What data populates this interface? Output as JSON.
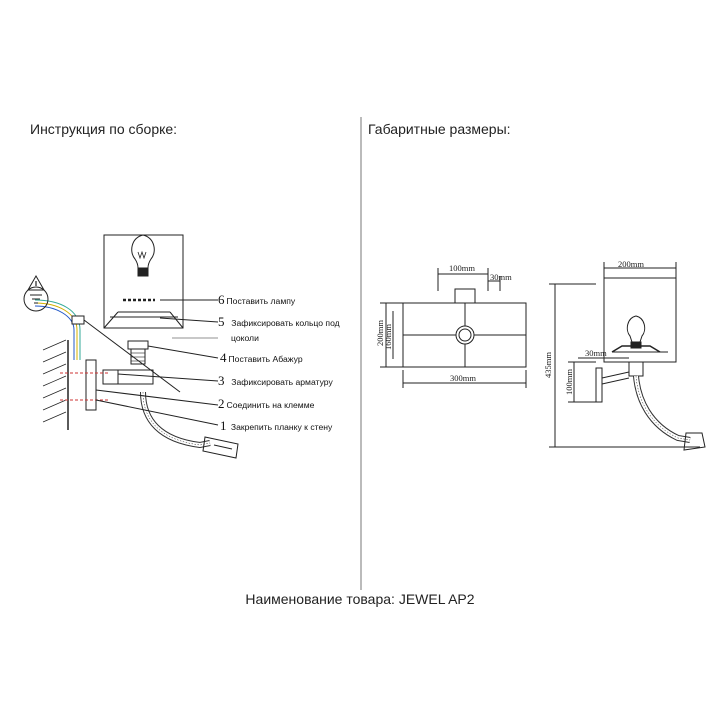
{
  "headers": {
    "assembly": "Инструкция по сборке:",
    "dimensions": "Габаритные размеры:"
  },
  "steps": [
    {
      "num": "6",
      "text": "Поставить лампу"
    },
    {
      "num": "5",
      "text": "Зафиксировать кольцо под",
      "text2": "цоколи"
    },
    {
      "num": "4",
      "text": "Поставить Абажур"
    },
    {
      "num": "3",
      "text": "Зафиксировать арматуру"
    },
    {
      "num": "2",
      "text": "Соединить на клемме"
    },
    {
      "num": "1",
      "text": "Закрепить планку к стену"
    }
  ],
  "dims_top": {
    "d100": "100mm",
    "d30": "30mm",
    "d200": "200mm",
    "d160": "160mm",
    "d300": "300mm"
  },
  "dims_side": {
    "d200": "200mm",
    "d30": "30mm",
    "d435": "435mm",
    "d100": "100mm"
  },
  "footer": "Наименование товара: JEWEL AP2"
}
